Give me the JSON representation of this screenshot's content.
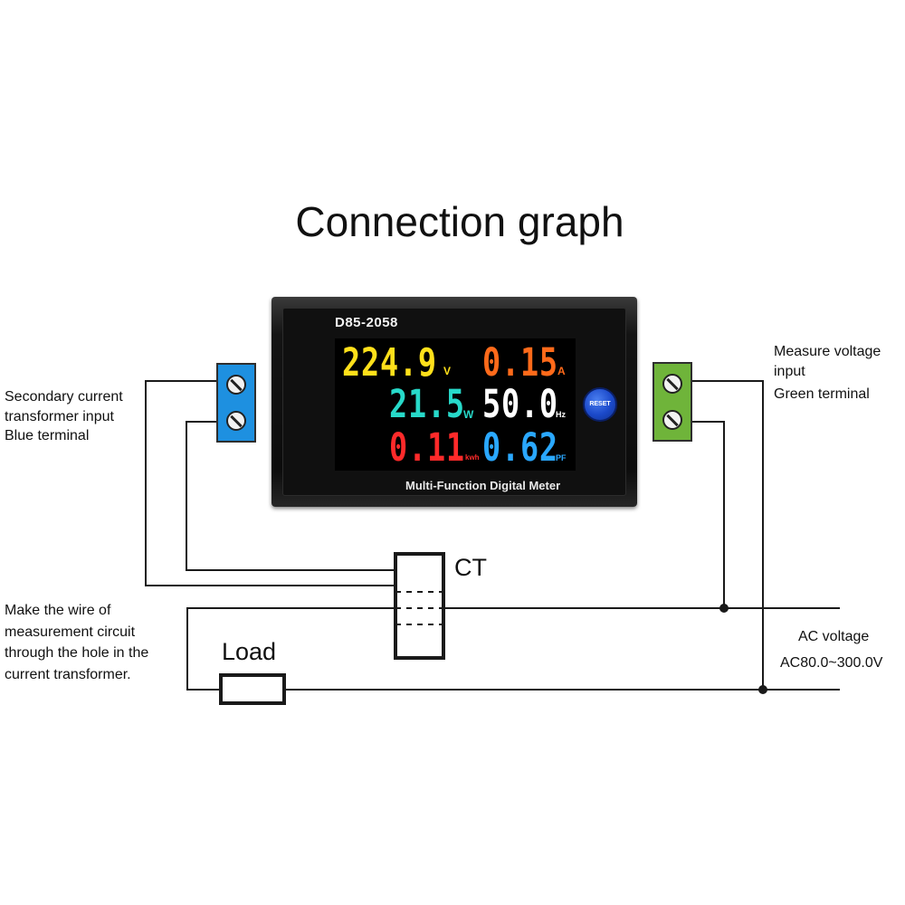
{
  "title": "Connection graph",
  "meter": {
    "model": "D85-2058",
    "name": "Multi-Function Digital Meter",
    "reset_label": "RESET",
    "readings": [
      {
        "value": "224.9",
        "unit": "V",
        "color": "#ffe01a"
      },
      {
        "value": "0.15",
        "unit": "A",
        "color": "#ff6a1a"
      },
      {
        "value": "21.5",
        "unit": "W",
        "color": "#27d9c9"
      },
      {
        "value": "50.0",
        "unit": "Hz",
        "color": "#ffffff"
      },
      {
        "value": "0.11",
        "unit": "kwh",
        "color": "#ff2a2a"
      },
      {
        "value": "0.62",
        "unit": "PF",
        "color": "#2aa8ff"
      }
    ]
  },
  "labels": {
    "secondary": [
      "Secondary current",
      "transformer input",
      "Blue terminal"
    ],
    "measure": [
      "Measure voltage",
      "input",
      "Green terminal"
    ],
    "wire": [
      "Make the wire of",
      "measurement circuit",
      "through the hole in the",
      "current transformer."
    ],
    "ct": "CT",
    "load": "Load",
    "ac_voltage": "AC voltage",
    "ac_range": "AC80.0~300.0V"
  },
  "colors": {
    "blue_terminal": "#1e90e0",
    "green_terminal": "#6fb43a",
    "reset_button": "#1b49c9"
  }
}
